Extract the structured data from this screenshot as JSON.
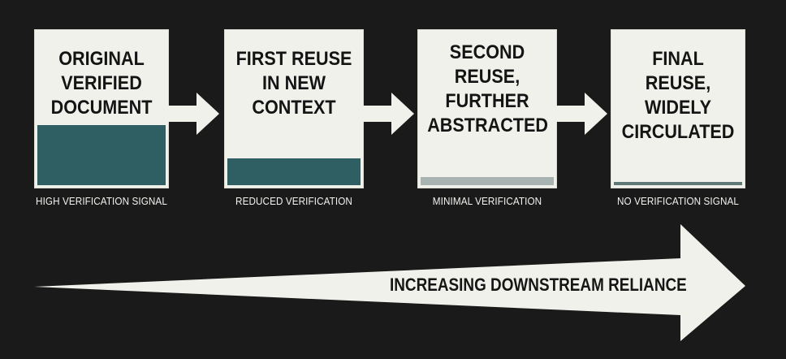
{
  "stages": [
    {
      "title_lines": [
        "ORIGINAL",
        "VERIFIED",
        "DOCUMENT"
      ],
      "caption": "HIGH VERIFICATION SIGNAL",
      "signal_level": 1.0,
      "bar_color": "#2f5f62"
    },
    {
      "title_lines": [
        "FIRST REUSE",
        "IN NEW",
        "CONTEXT"
      ],
      "caption": "REDUCED VERIFICATION",
      "signal_level": 0.45,
      "bar_color": "#2f5f62"
    },
    {
      "title_lines": [
        "SECOND",
        "REUSE,",
        "FURTHER",
        "ABSTRACTED"
      ],
      "caption": "MINIMAL VERIFICATION",
      "signal_level": 0.13,
      "bar_color": "#a8b3b2"
    },
    {
      "title_lines": [
        "FINAL REUSE,",
        "WIDELY",
        "CIRCULATED"
      ],
      "caption": "NO VERIFICATION SIGNAL",
      "signal_level": 0.05,
      "bar_color": "#5f7775"
    }
  ],
  "reliance_label": "INCREASING DOWNSTREAM RELIANCE",
  "colors": {
    "background": "#1a1a1a",
    "card": "#f1f1ec",
    "arrow": "#f1f1ec"
  }
}
